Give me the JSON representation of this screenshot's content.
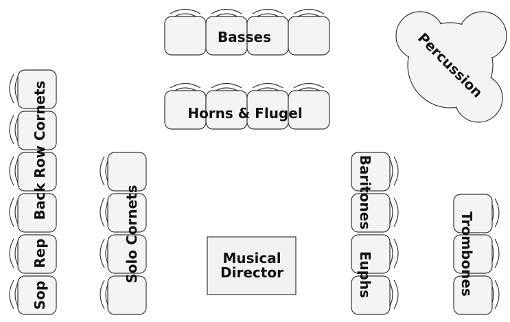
{
  "colors": {
    "seat_fill": "#f4f4f4",
    "seat_stroke": "#333333",
    "podium_fill": "#f2f2f2",
    "text": "#111111"
  },
  "sections": {
    "basses": "Basses",
    "horns": "Horns & Flugel",
    "percussion": "Percussion",
    "back_row_cornets": "Back Row Cornets",
    "rep": "Rep",
    "sop": "Sop",
    "solo_cornets": "Solo Cornets",
    "baritones": "Baritones",
    "euphs": "Euphs",
    "trombones": "Trombones",
    "musical_director_line1": "Musical",
    "musical_director_line2": "Director"
  }
}
